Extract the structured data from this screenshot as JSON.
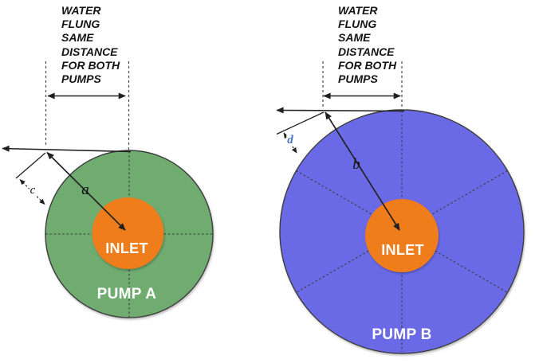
{
  "colors": {
    "pump_a_fill": "#6FAB70",
    "pump_b_fill": "#6A6AE6",
    "inlet_fill": "#F07D1E",
    "outline": "#3C3C3C",
    "arrow_line": "#222222",
    "caption_text": "#141414",
    "pump_label_text": "#FFFFFF",
    "d_label": "#4472C4"
  },
  "caption_left": {
    "lines": [
      "WATER",
      "FLUNG",
      "SAME",
      "DISTANCE",
      "FOR BOTH",
      "PUMPS"
    ]
  },
  "caption_right": {
    "lines": [
      "WATER",
      "FLUNG",
      "SAME",
      "DISTANCE",
      "FOR BOTH",
      "PUMPS"
    ]
  },
  "pump_a": {
    "name": "PUMP A",
    "inlet_label": "INLET",
    "radius_label": "a",
    "offset_label": "c"
  },
  "pump_b": {
    "name": "PUMP B",
    "inlet_label": "INLET",
    "radius_label": "b",
    "offset_label": "d"
  }
}
